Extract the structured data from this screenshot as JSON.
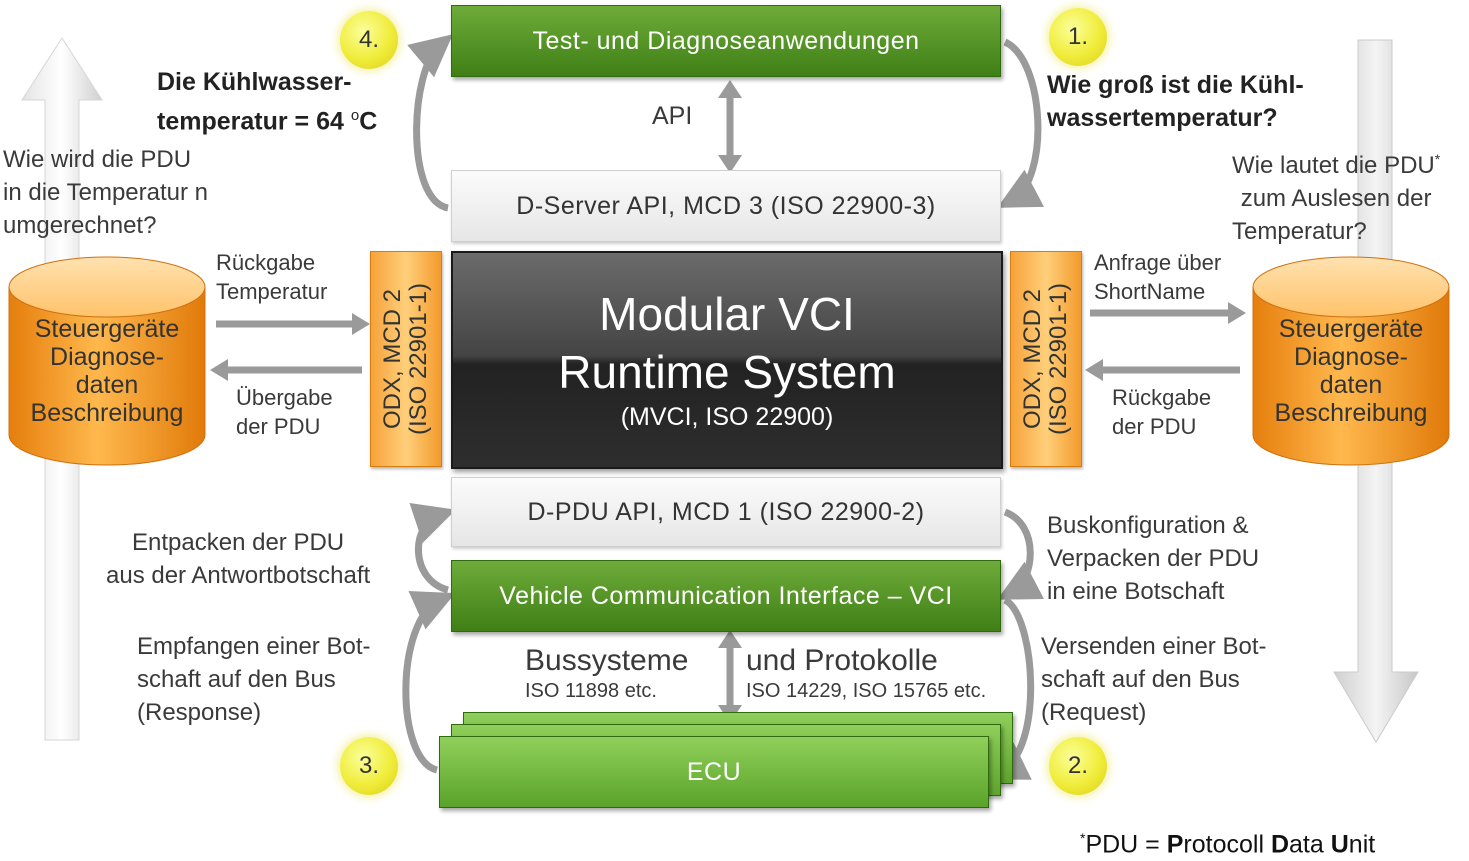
{
  "boxes": {
    "test_apps": "Test- und Diagnoseanwendungen",
    "api": "API",
    "dserver": "D-Server API, MCD 3 (ISO 22900-3)",
    "mvci_line1": "Modular VCI",
    "mvci_line2": "Runtime System",
    "mvci_line3": "(MVCI, ISO 22900)",
    "dpdu": "D-PDU API, MCD 1 (ISO 22900-2)",
    "vci": "Vehicle Communication Interface – VCI",
    "ecu": "ECU"
  },
  "odx": {
    "line1": "ODX, MCD 2",
    "line2": "(ISO 22901-1)"
  },
  "cylinders": {
    "left": [
      "Steuergeräte",
      "Diagnose-",
      "daten",
      "Beschreibung"
    ],
    "right": [
      "Steuergeräte",
      "Diagnose-",
      "daten",
      "Beschreibung"
    ]
  },
  "badges": {
    "b1": "1.",
    "b2": "2.",
    "b3": "3.",
    "b4": "4."
  },
  "left_texts": {
    "result_1": "Die Kühlwasser-",
    "result_2": "temperatur = 64",
    "result_unit_o": "o",
    "result_unit_c": "C",
    "question_1": "Wie wird die PDU",
    "question_2": "in die Temperatur n",
    "question_3": "umgerechnet?",
    "rueckgabe_1": "Rückgabe",
    "rueckgabe_2": "Temperatur",
    "uebergabe_1": "Übergabe",
    "uebergabe_2": "der PDU",
    "entpacken_1": "Entpacken der PDU",
    "entpacken_2": "aus der Antwortbotschaft",
    "empfangen_1": "Empfangen einer Bot-",
    "empfangen_2": "schaft auf den Bus",
    "empfangen_3": "(Response)"
  },
  "right_texts": {
    "question_1": "Wie groß ist die Kühl-",
    "question_2": "wassertemperatur?",
    "pdu_1": "Wie lautet die PDU",
    "pdu_star": "*",
    "pdu_2": "zum Auslesen der",
    "pdu_3": "Temperatur?",
    "anfrage_1": "Anfrage über",
    "anfrage_2": "ShortName",
    "rueckgabe_1": "Rückgabe",
    "rueckgabe_2": "der PDU",
    "busconf_1": "Buskonfiguration &",
    "busconf_2": "Verpacken der PDU",
    "busconf_3": "in eine Botschaft",
    "versenden_1": "Versenden einer Bot-",
    "versenden_2": "schaft auf den Bus",
    "versenden_3": "(Request)"
  },
  "bus": {
    "title_left": "Bussysteme",
    "title_right": "und Protokolle",
    "sub_left": "ISO 11898 etc.",
    "sub_right": "ISO 14229, ISO 15765 etc."
  },
  "footnote": {
    "star": "*",
    "pre": "PDU = ",
    "P": "P",
    "rotocoll": "rotocoll ",
    "D": "D",
    "ata": "ata ",
    "U": "U",
    "nit": "nit"
  },
  "colors": {
    "green": "#4f8f22",
    "orange": "#f6a23a",
    "dark": "#333333",
    "badge": "#f0ec3a",
    "arrow_grey": "#b5b5b5"
  }
}
